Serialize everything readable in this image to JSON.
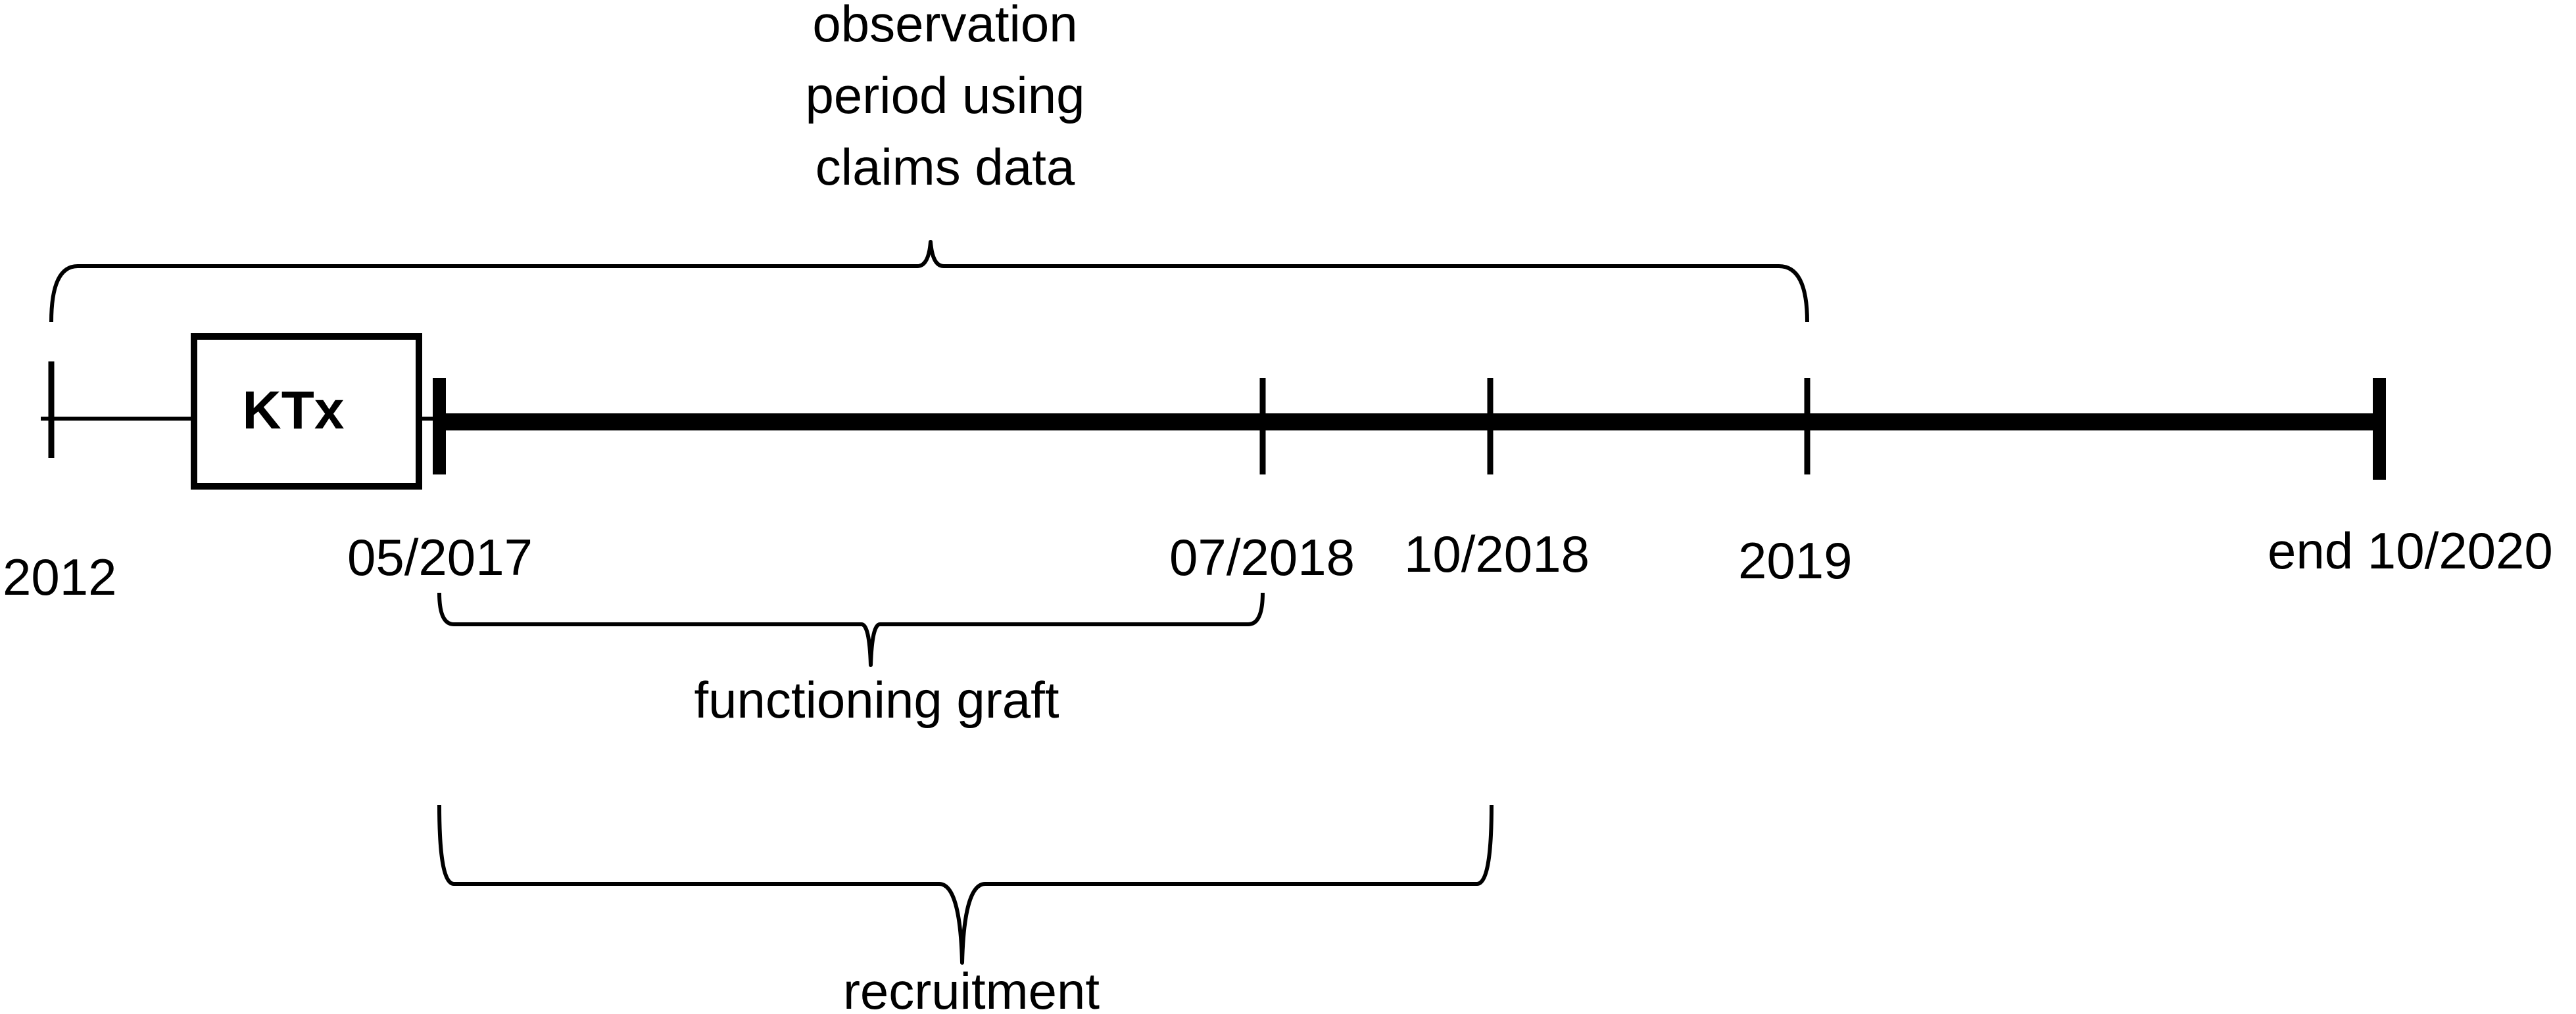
{
  "ktx_label": "KTx",
  "dates": {
    "d2012": "2012",
    "d052017": "05/2017",
    "d072018": "07/2018",
    "d102018": "10/2018",
    "d2019": "2019",
    "end": "end 10/2020"
  },
  "periods": {
    "observation": [
      "observation",
      "period using",
      "claims data"
    ],
    "functioning_graft": "functioning graft",
    "recruitment": "recruitment"
  }
}
